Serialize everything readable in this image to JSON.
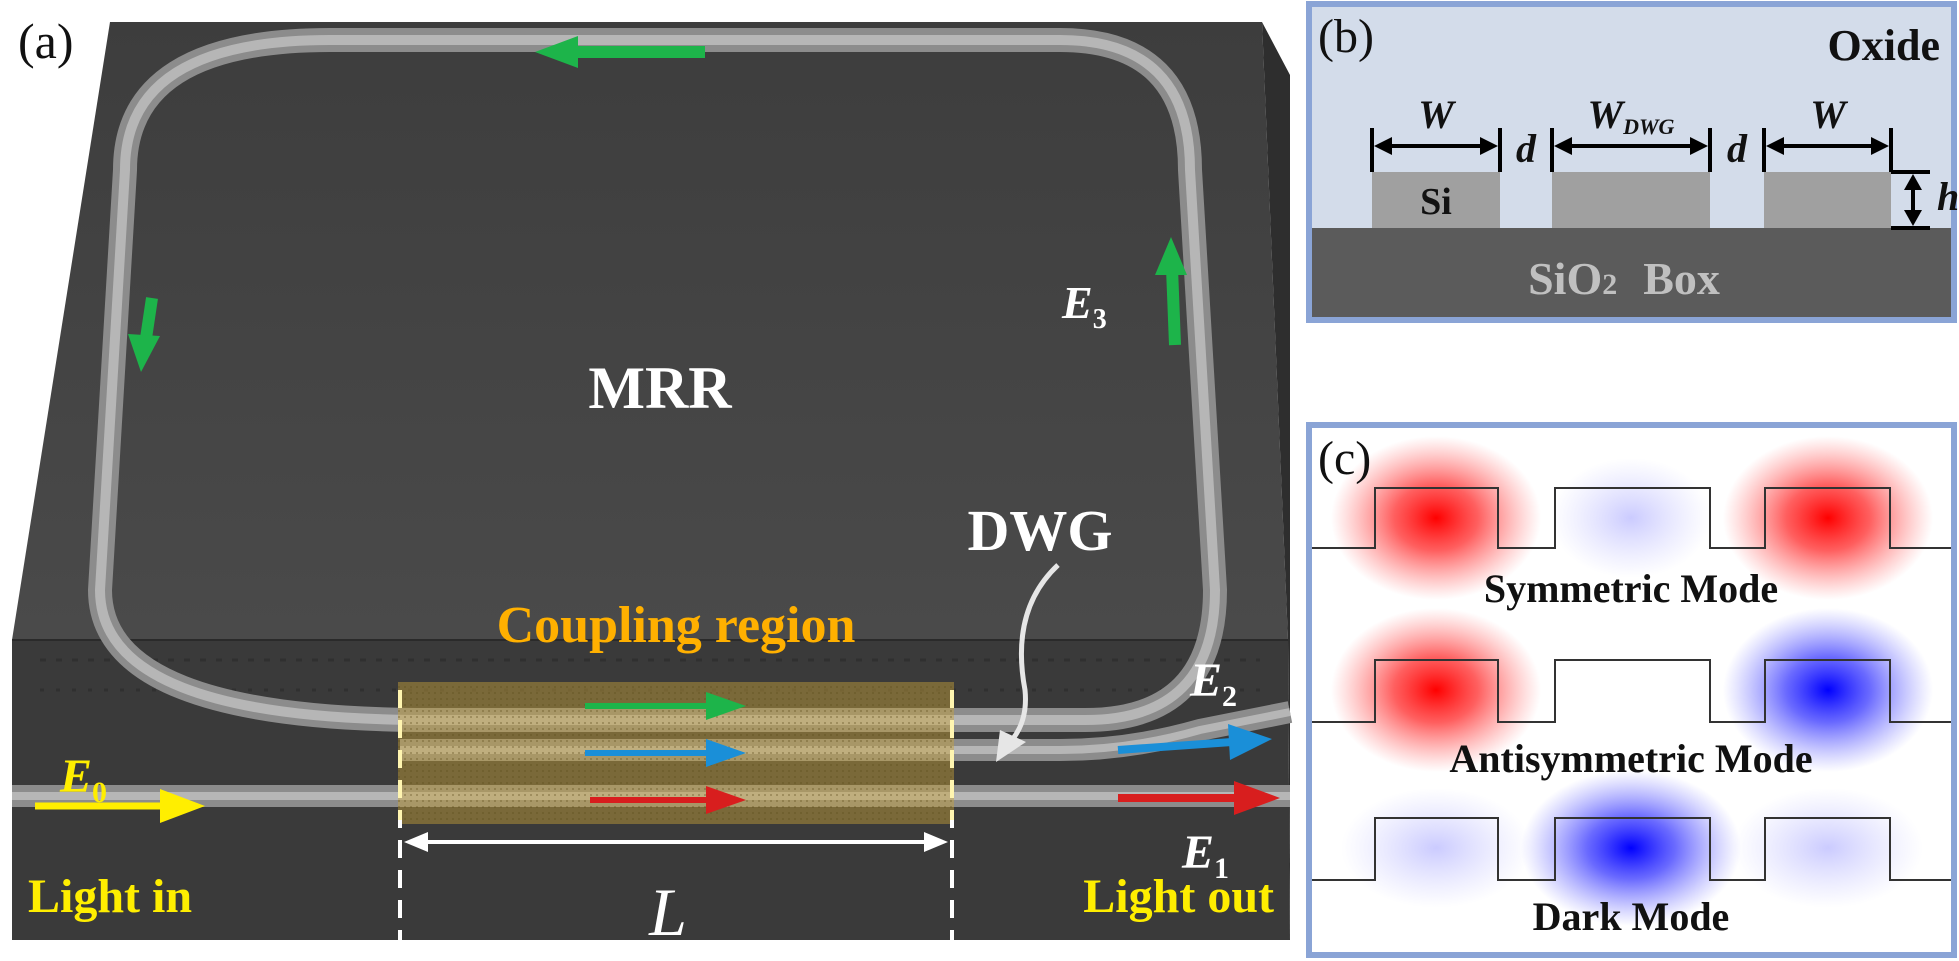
{
  "panel_a": {
    "label": "(a)",
    "mrr": "MRR",
    "dwg": "DWG",
    "coupling_region": "Coupling region",
    "e0": {
      "base": "E",
      "sub": "0"
    },
    "e1": {
      "base": "E",
      "sub": "1"
    },
    "e2": {
      "base": "E",
      "sub": "2"
    },
    "e3": {
      "base": "E",
      "sub": "3"
    },
    "length": "L",
    "light_in": "Light in",
    "light_out": "Light out"
  },
  "panel_b": {
    "label": "(b)",
    "oxide": "Oxide",
    "w_left": "W",
    "w_dwg": {
      "base": "W",
      "sub": "DWG"
    },
    "w_right": "W",
    "d_left": "d",
    "d_right": "d",
    "h": "h",
    "si": "Si",
    "box": {
      "pre": "SiO",
      "sub": "2",
      "post": "Box"
    }
  },
  "panel_c": {
    "label": "(c)",
    "modes": [
      "Symmetric Mode",
      "Antisymmetric Mode",
      "Dark Mode"
    ]
  },
  "colors": {
    "green_arrow": "#1db44a",
    "blue_arrow": "#1a8fd8",
    "red_arrow": "#d81e1e",
    "yellow_text": "#ffee00",
    "orange_text": "#ffb000",
    "panel_border": "#8aa4d6",
    "oxide_bg": "#d3dcea",
    "box_bg": "#5b5b5b",
    "wg_gray": "#a0a0a0"
  }
}
